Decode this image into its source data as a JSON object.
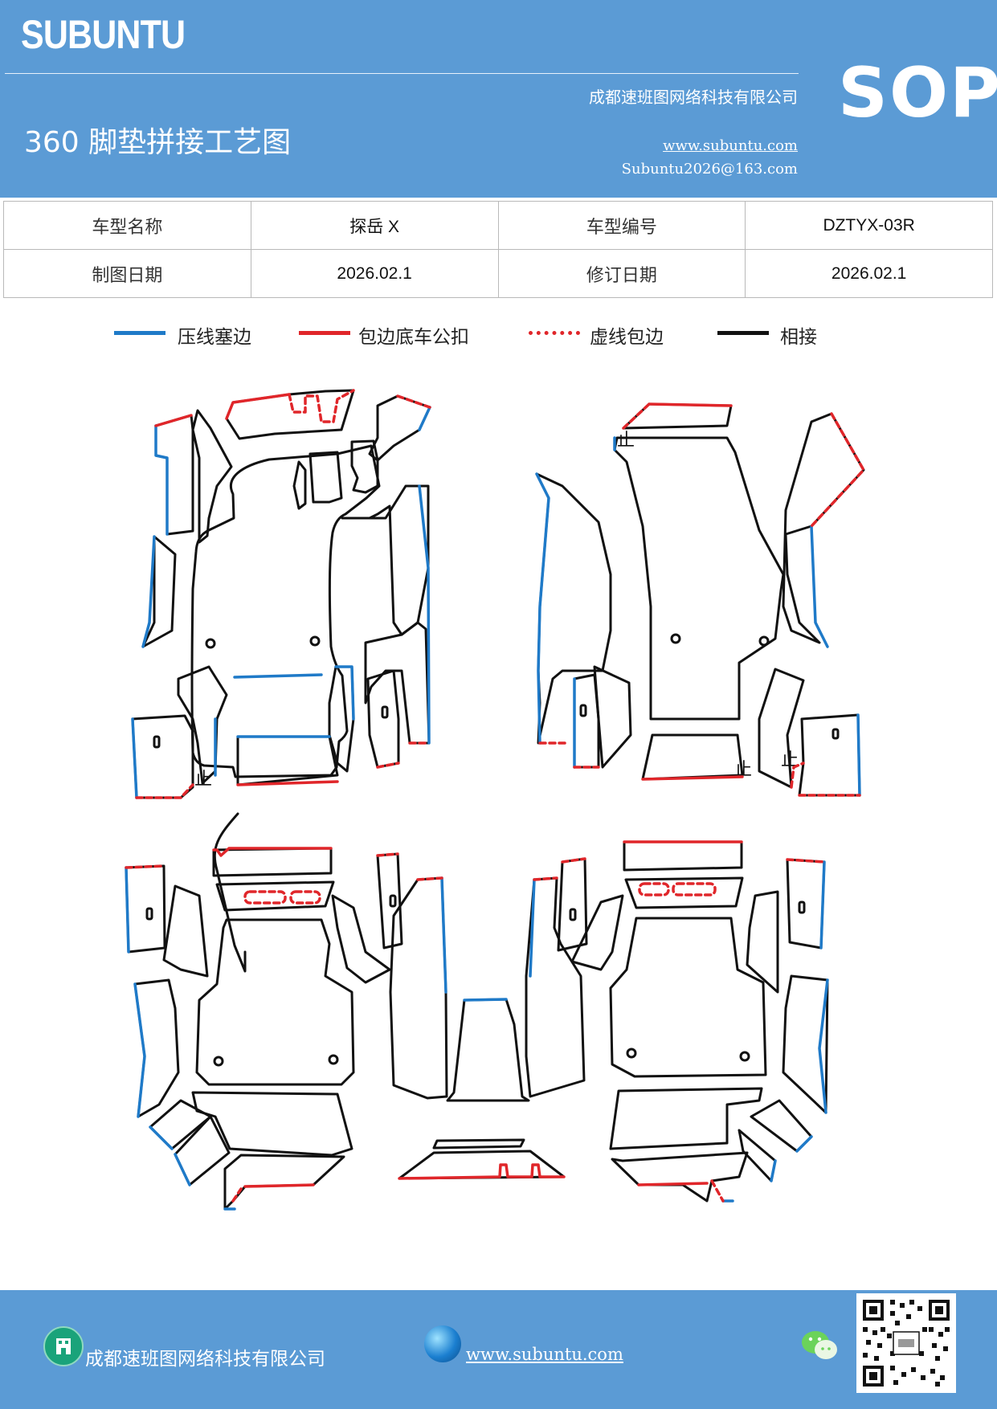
{
  "header": {
    "brand": "SUBUNTU",
    "title": "360 脚垫拼接工艺图",
    "company": "成都速班图网络科技有限公司",
    "website": "www.subuntu.com",
    "email": "Subuntu2026@163.com",
    "badge": "SOP",
    "color": "#5b9bd5"
  },
  "info_table": {
    "model_name_label": "车型名称",
    "model_name_value": "探岳 X",
    "model_code_label": "车型编号",
    "model_code_value": "DZTYX-03R",
    "draw_date_label": "制图日期",
    "draw_date_value": "2026.02.1",
    "revise_date_label": "修订日期",
    "revise_date_value": "2026.02.1"
  },
  "legend": [
    {
      "label": "压线塞边",
      "color": "#1f7ac8",
      "style": "solid"
    },
    {
      "label": "包边底车公扣",
      "color": "#e0262a",
      "style": "solid"
    },
    {
      "label": "虚线包边",
      "color": "#e0262a",
      "style": "dashed"
    },
    {
      "label": "相接",
      "color": "#111111",
      "style": "solid"
    }
  ],
  "marks": {
    "stop_glyph": "止"
  },
  "footer": {
    "company": "成都速班图网络科技有限公司",
    "website": "www.subuntu.com"
  }
}
